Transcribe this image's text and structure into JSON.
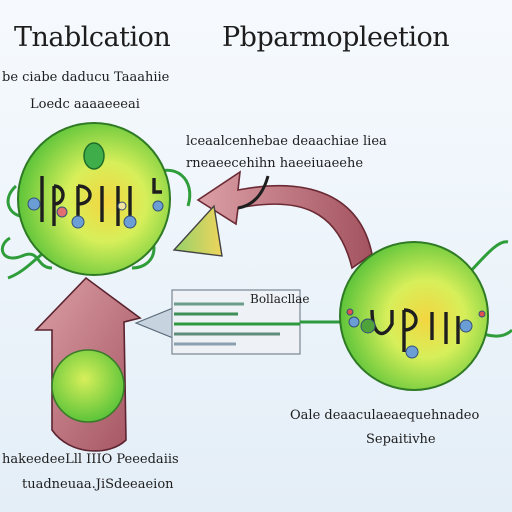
{
  "title": {
    "left": "Tnablcation",
    "right": "Pbparmopleetion"
  },
  "labels": {
    "top_left": [
      "be ciabe daducu Taaahiie",
      "Loedc aaaaeeeai"
    ],
    "top_center": [
      "lceaalcenhebae deaachiae liea",
      "rneaeecehihn haeeiuaeehe"
    ],
    "middle_box": "Bollacllae",
    "bottom_right": [
      "Oale deaaculaeaequehnadeo",
      "Sepaitivhe"
    ],
    "bottom_left": [
      "hakeedeeLll IIIO Peeedaiis",
      "tuadneuaa.JiSdeeaeion"
    ]
  },
  "colors": {
    "cell_green": "#5dc43a",
    "cell_light": "#d7ef5a",
    "cell_core": "#f3d640",
    "arrow_maroon": "#a3535f",
    "arrow_pink": "#dc9fa6",
    "tri_green": "#95d26a",
    "tri_yellow": "#efd45c",
    "strand_green": "#2f9e3a",
    "dot_blue": "#6c9ed6"
  }
}
